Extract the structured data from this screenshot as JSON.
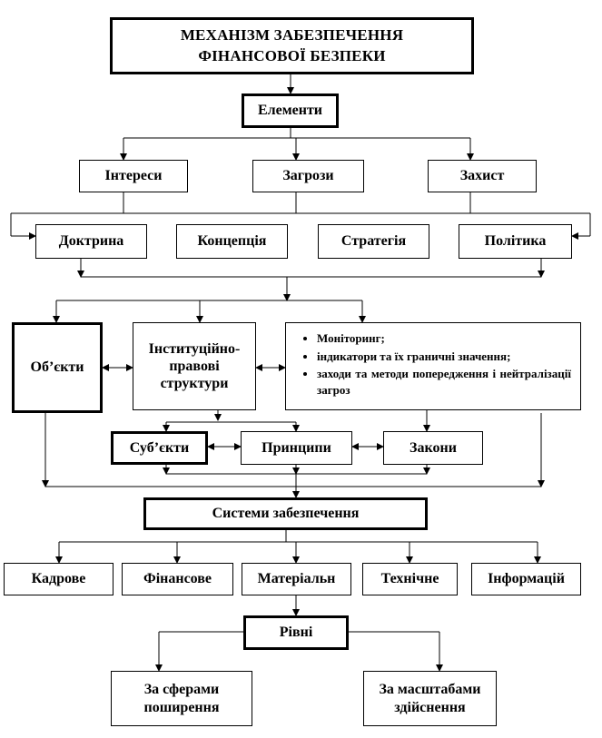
{
  "title": "МЕХАНІЗМ ЗАБЕЗПЕЧЕННЯ\nФІНАНСОВОЇ БЕЗПЕКИ",
  "elements": "Елементи",
  "level1": [
    "Інтереси",
    "Загрози",
    "Захист"
  ],
  "level2": [
    "Доктрина",
    "Концепція",
    "Стратегія",
    "Політика"
  ],
  "objects": "Об’єкти",
  "institutional": "Інституційно-\nправові\nструктури",
  "measures": [
    "Моніторинг;",
    "індикатори та їх граничні значення;",
    "заходи та методи попередження і нейтралізації загроз"
  ],
  "subjects": "Суб’єкти",
  "principles": "Принципи",
  "laws": "Закони",
  "systems": "Системи забезпечення",
  "system_types": [
    "Кадрове",
    "Фінансове",
    "Матеріальн",
    "Технічне",
    "Інформацій"
  ],
  "levels": "Рівні",
  "level_types": [
    "За сферами\nпоширення",
    "За масштабами\nздійснення"
  ]
}
